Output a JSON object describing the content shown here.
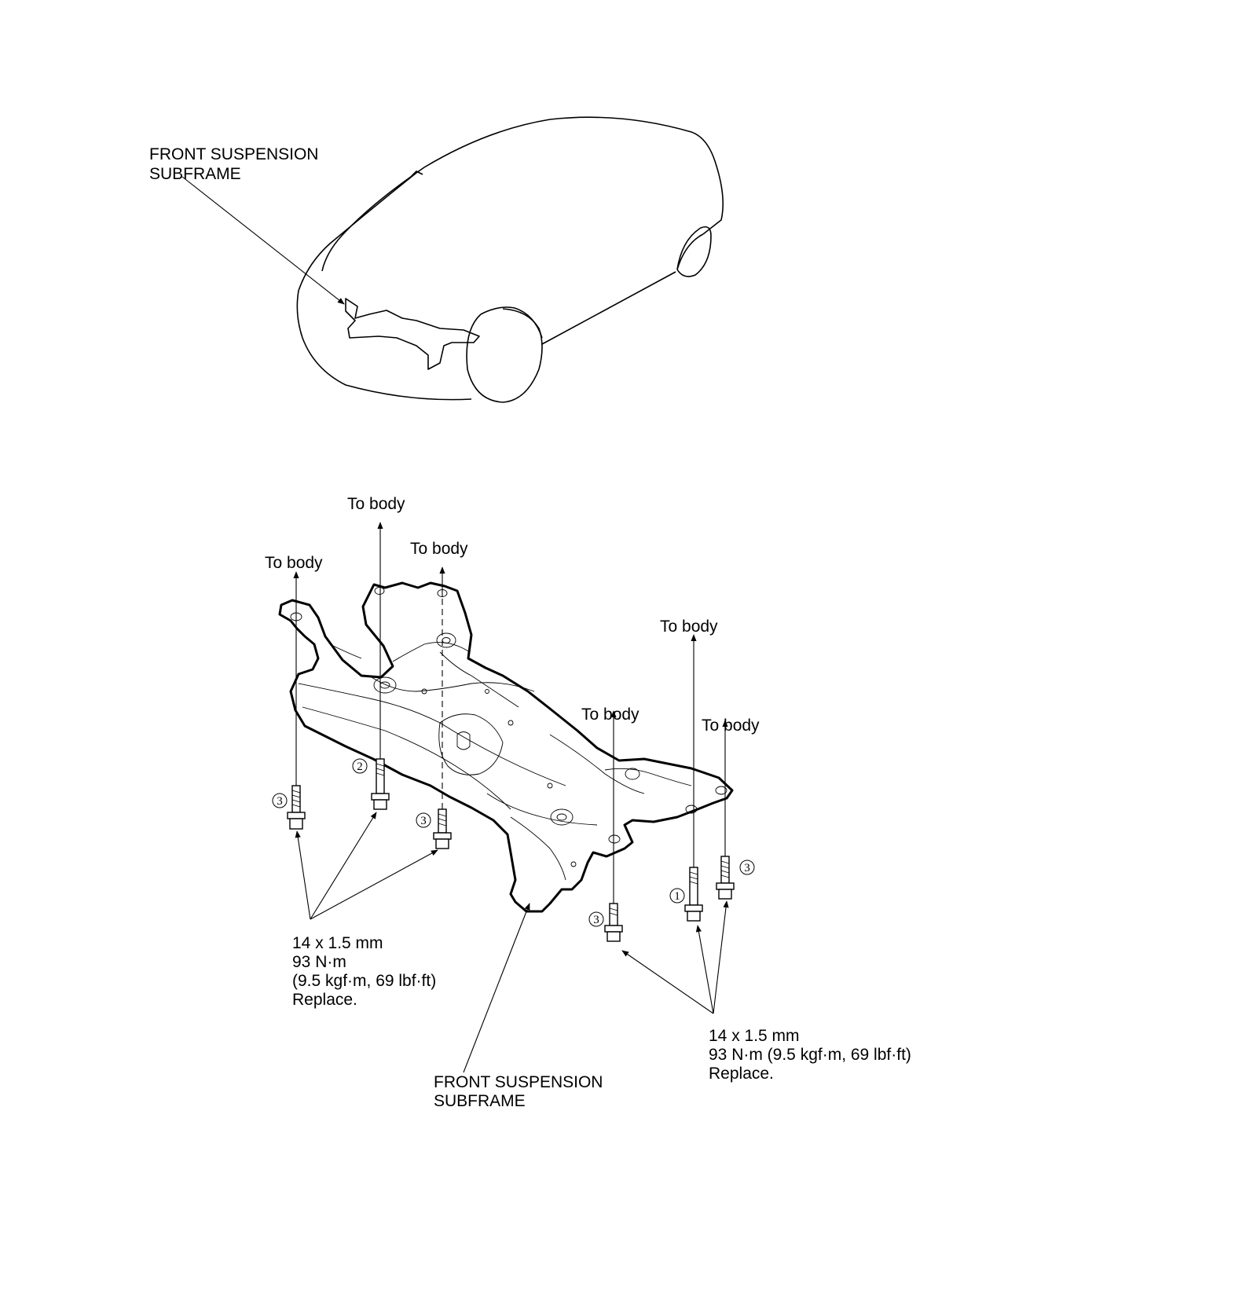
{
  "top_view": {
    "subframe_label": [
      "FRONT SUSPENSION",
      "SUBFRAME"
    ]
  },
  "bottom_view": {
    "to_body_labels": [
      "To body",
      "To body",
      "To body",
      "To body",
      "To body",
      "To body"
    ],
    "bolt_refs": [
      "3",
      "2",
      "3",
      "3",
      "1",
      "3"
    ],
    "left_spec": [
      "14 x 1.5 mm",
      "93 N·m",
      "(9.5 kgf·m, 69 lbf·ft)",
      "Replace."
    ],
    "right_spec": [
      "14 x 1.5 mm",
      "93 N·m (9.5 kgf·m, 69 lbf·ft)",
      "Replace."
    ],
    "subframe_label": [
      "FRONT SUSPENSION",
      "SUBFRAME"
    ]
  }
}
